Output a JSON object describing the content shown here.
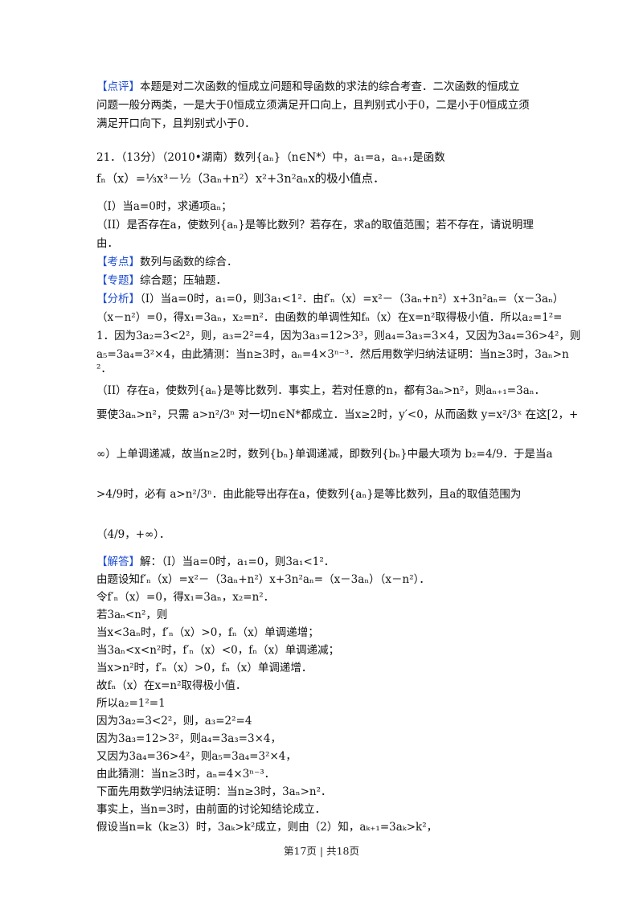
{
  "comment_prev": {
    "tag": "【点评】",
    "lines": [
      "本题是对二次函数的恒成立问题和导函数的求法的综合考查．二次函数的恒成立",
      "问题一般分两类，一是大于0恒成立须满足开口向上，且判别式小于0，二是小于0恒成立须",
      "满足开口向下，且判别式小于0．"
    ]
  },
  "problem": {
    "header": "21．（13分）（2010•湖南）数列{aₙ}（n∈N*）中，a₁=a，aₙ₊₁是函数",
    "function": "fₙ（x）=⅓x³－½（3aₙ+n²）x²+3n²aₙx的极小值点．",
    "part1": "（I）当a=0时，求通项aₙ；",
    "part2_a": "（II）是否存在a，使数列{aₙ}是等比数列？若存在，求a的取值范围；若不存在，请说明理",
    "part2_b": "由．"
  },
  "kaodian": {
    "tag": "【考点】",
    "text": "数列与函数的综合．"
  },
  "zhuanti": {
    "tag": "【专题】",
    "text": "综合题；压轴题．"
  },
  "analysis": {
    "tag": "【分析】",
    "lines": [
      "（I）当a=0时，a₁=0，则3a₁<1²．由f′ₙ（x）=x²－（3aₙ+n²）x+3n²aₙ=（x－3aₙ）",
      "（x－n²）=0，得x₁=3aₙ，x₂=n²．由函数的单调性知fₙ（x）在x=n²取得极小值．所以a₂=1²=",
      "1．因为3a₂=3<2²，则，a₃=2²=4，因为3a₃=12>3³，则a₄=3a₃=3×4，又因为3a₄=36>4²，则",
      "a₅=3a₄=3²×4，由此猜测：当n≥3时，aₙ=4×3ⁿ⁻³．然后用数学归纳法证明：当n≥3时，3aₙ>n",
      "²．",
      "（II）存在a，使数列{aₙ}是等比数列．事实上，若对任意的n，都有3aₙ>n²，则aₙ₊₁=3aₙ．",
      "要使3aₙ>n²，只需 a>n²/3ⁿ 对一切n∈N*都成立．当x≥2时，y′<0，从而函数 y=x²/3ˣ 在这[2，+",
      "∞）上单调递减，故当n≥2时，数列{bₙ}单调递减，即数列{bₙ}中最大项为 b₂=4/9．于是当a",
      ">4/9时，必有 a>n²/3ⁿ．由此能导出存在a，使数列{aₙ}是等比数列，且a的取值范围为",
      "（4/9，+∞）．"
    ]
  },
  "solution": {
    "tag": "【解答】",
    "lines": [
      "解：（I）当a=0时，a₁=0，则3a₁<1²．",
      "由题设知f′ₙ（x）=x²－（3aₙ+n²）x+3n²aₙ=（x－3aₙ）（x－n²）．",
      "令f′ₙ（x）=0，得x₁=3aₙ，x₂=n²．",
      "若3aₙ<n²，则",
      "当x<3aₙ时，f′ₙ（x）>0，fₙ（x）单调递增；",
      "当3aₙ<x<n²时，f′ₙ（x）<0，fₙ（x）单调递减；",
      "当x>n²时，f′ₙ（x）>0，fₙ（x）单调递增．",
      "故fₙ（x）在x=n²取得极小值．",
      "所以a₂=1²=1",
      "因为3a₂=3<2²，则，a₃=2²=4",
      "因为3a₃=12>3²，则a₄=3a₃=3×4，",
      "又因为3a₄=36>4²，则a₅=3a₄=3²×4，",
      "由此猜测：当n≥3时，aₙ=4×3ⁿ⁻³．",
      "下面先用数学归纳法证明：当n≥3时，3aₙ>n²．",
      "事实上，当n=3时，由前面的讨论知结论成立．",
      "假设当n=k（k≥3）时，3aₖ>k²成立，则由（2）知，aₖ₊₁=3aₖ>k²，"
    ]
  },
  "footer": "第17页 | 共18页",
  "colors": {
    "tag": "#1f4fd1",
    "text": "#111111"
  }
}
